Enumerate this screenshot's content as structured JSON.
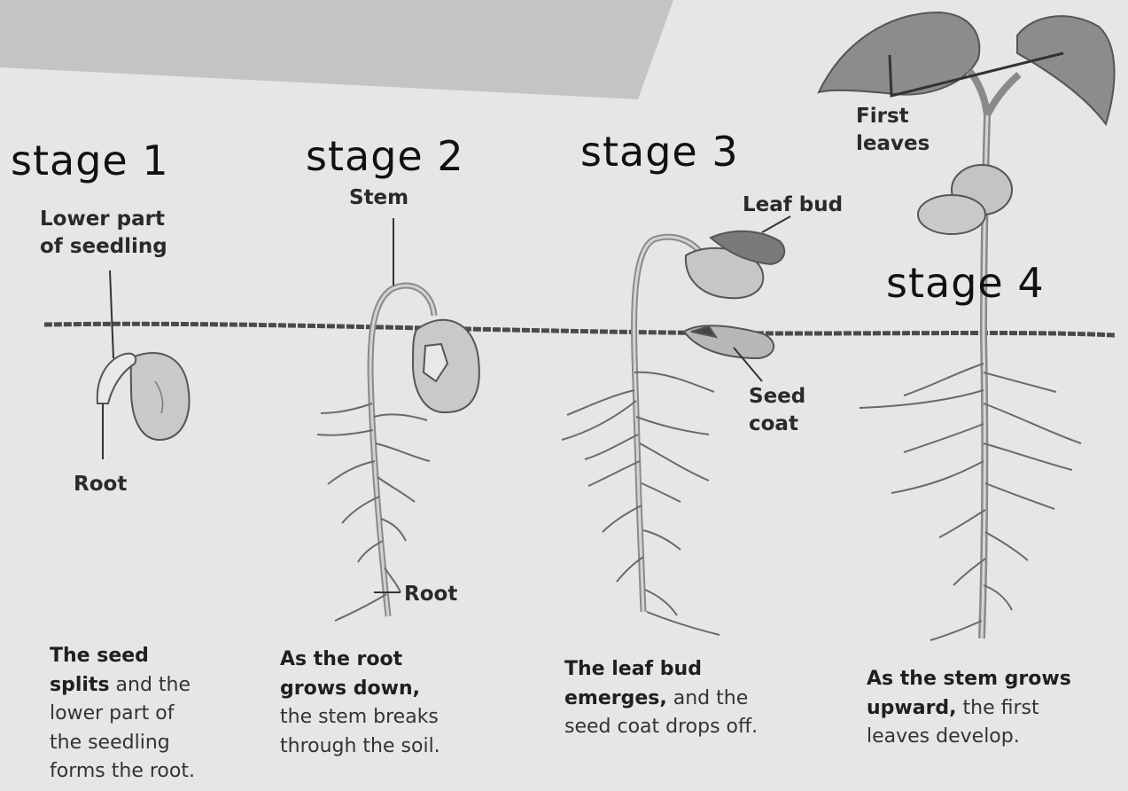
{
  "stages": [
    {
      "title": "stage 1",
      "caption_bold": [
        "The seed",
        "splits"
      ],
      "caption_normal": [
        " and the",
        "lower part of",
        "the seedling",
        "forms the root."
      ]
    },
    {
      "title": "stage 2",
      "caption_bold": [
        "As the root",
        "grows down,"
      ],
      "caption_normal": [
        "the stem breaks",
        "through the soil."
      ]
    },
    {
      "title": "stage 3",
      "caption_bold": [
        "The leaf bud",
        "emerges,"
      ],
      "caption_normal": [
        " and the",
        "seed coat drops off."
      ]
    },
    {
      "title": "stage 4",
      "caption_bold": [
        "As the stem grows",
        "upward,"
      ],
      "caption_normal": [
        " the first",
        "leaves develop."
      ]
    }
  ],
  "labels": {
    "lower_part": [
      "Lower part",
      "of seedling"
    ],
    "root_1": "Root",
    "stem": "Stem",
    "root_2": "Root",
    "leaf_bud": "Leaf bud",
    "seed_coat": [
      "Seed",
      "coat"
    ],
    "first_leaves": [
      "First",
      "leaves"
    ]
  },
  "colors": {
    "background": "#e6e6e6",
    "soil_line": "#4a4a4a",
    "plant_fill": "#c9c9c9",
    "plant_stroke": "#555555"
  }
}
